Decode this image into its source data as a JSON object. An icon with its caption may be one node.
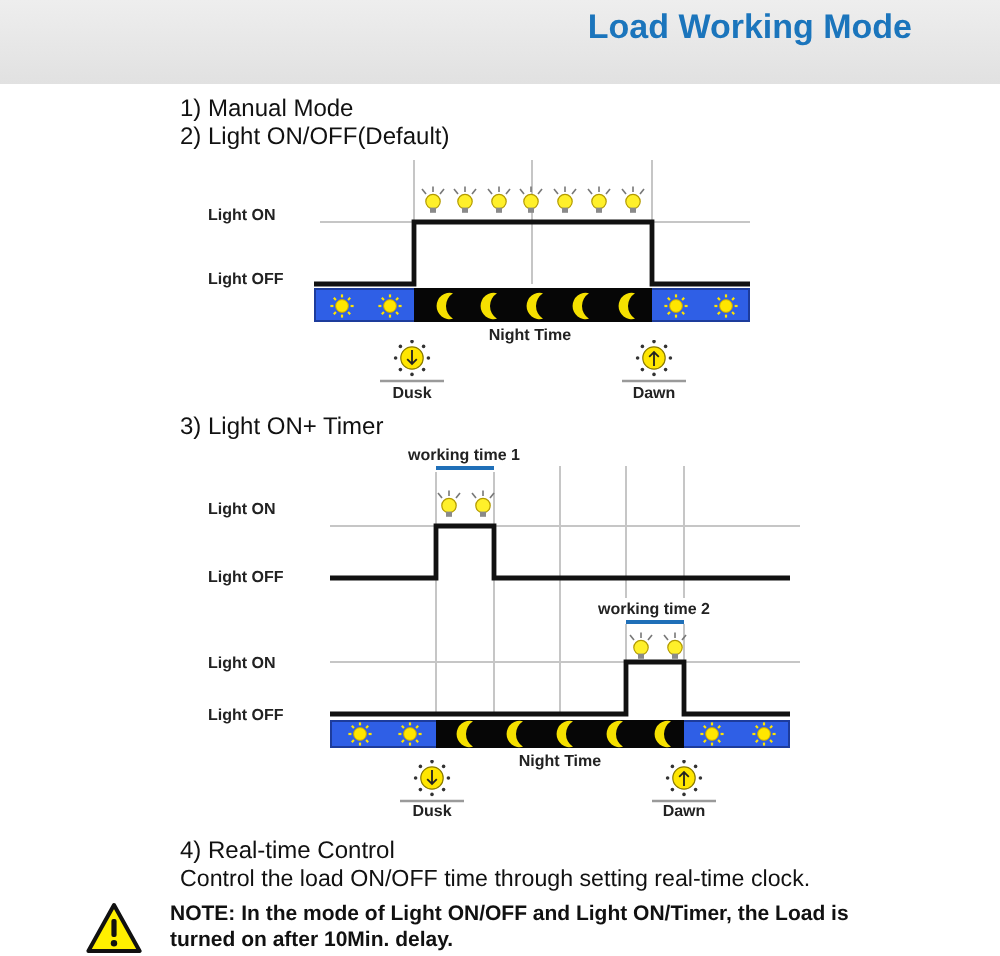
{
  "diagram": {
    "title": "Load Working Mode",
    "labels": [
      "1) Manual Mode",
      "2) Light ON/OFF(Default)",
      "Light ON",
      "Light OFF",
      "Night Time",
      "Dusk",
      "Dawn",
      "3) Light ON+ Timer",
      "working time 1",
      "Light ON",
      "Light OFF",
      "working time 2",
      "Light ON",
      "Light OFF",
      "Night Time",
      "Dusk",
      "Dawn",
      "4) Real-time Control",
      "Control the load ON/OFF time through setting real-time clock.",
      "NOTE: In the mode of Light ON/OFF and Light ON/Timer, the Load is turned on after 10Min. delay."
    ]
  }
}
